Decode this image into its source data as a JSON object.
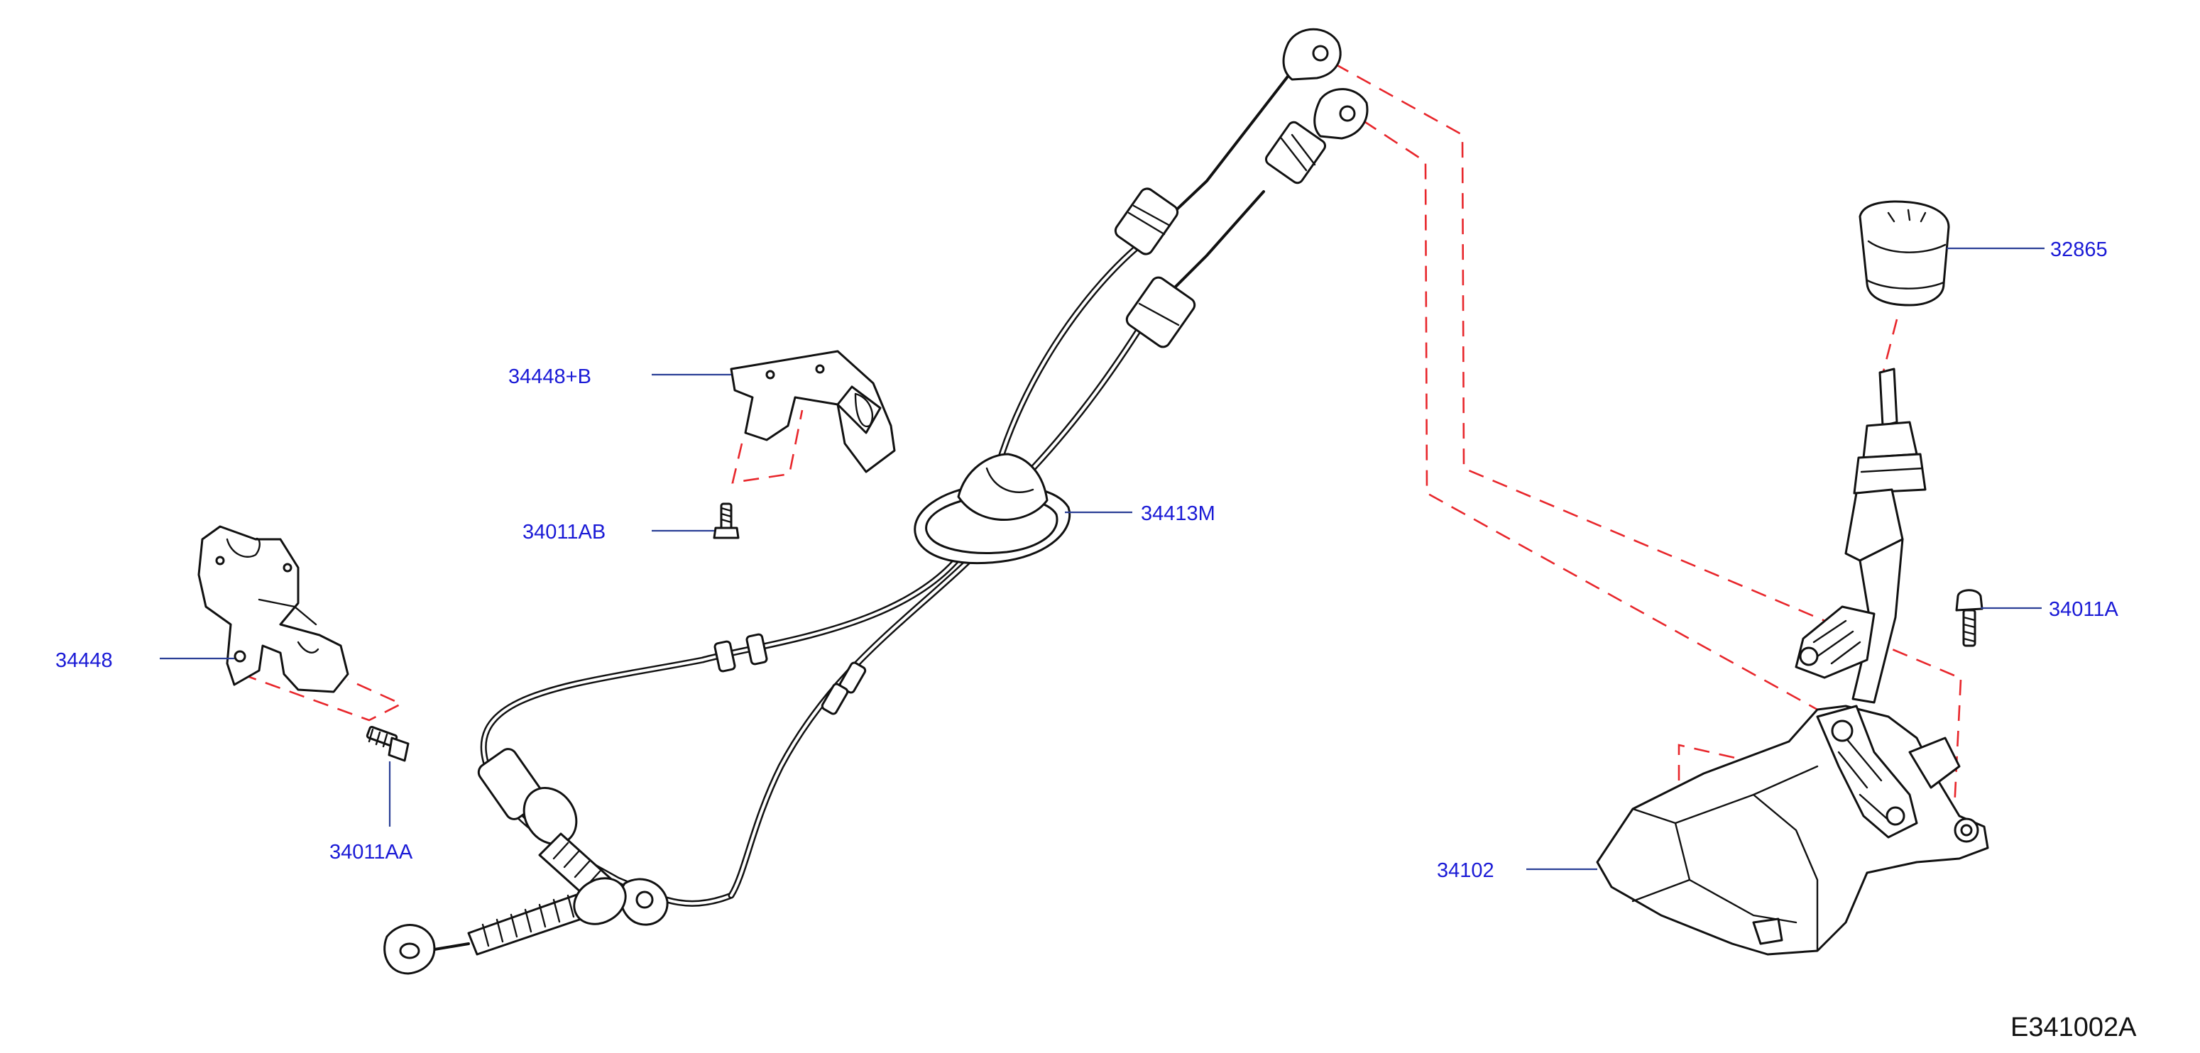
{
  "colors": {
    "line": "#111111",
    "dash": "#e8262b",
    "label": "#1a1ad6",
    "leader": "#2a3f96",
    "code": "#111111"
  },
  "labels": {
    "p32865": "32865",
    "p34448B": "34448+B",
    "p34413M": "34413M",
    "p34011AB": "34011AB",
    "p34011A": "34011A",
    "p34448": "34448",
    "p34011AA": "34011AA",
    "p34102": "34102"
  },
  "diagram_code": "E341002A"
}
